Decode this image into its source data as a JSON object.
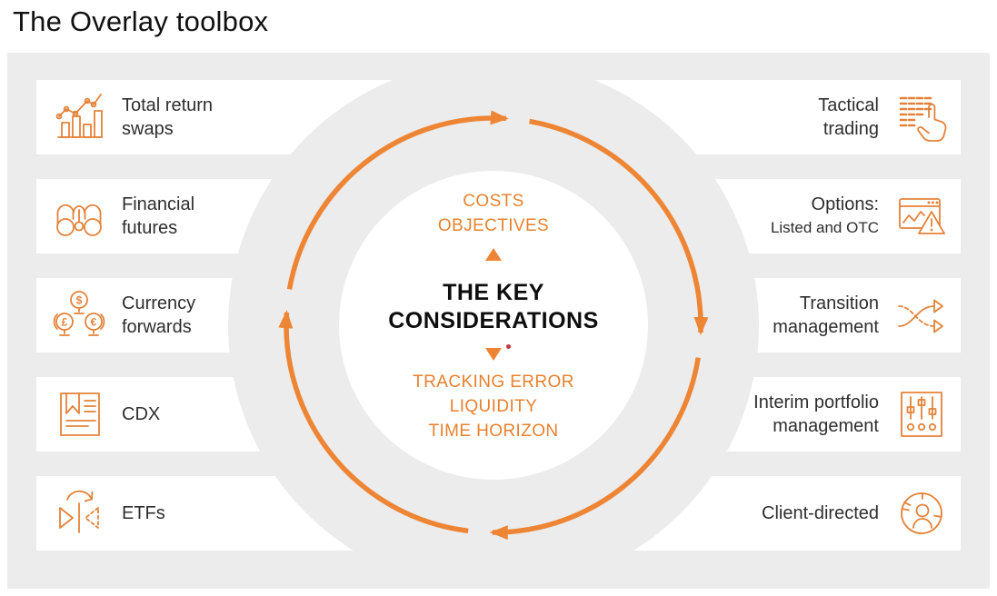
{
  "title": "The Overlay toolbox",
  "colors": {
    "accent_orange": "#EE8534",
    "orange_text": "#E8812E",
    "panel_gray": "#ECECEC",
    "card_white": "#FFFFFF",
    "text_dark": "#2E2E2E",
    "red_dot": "#C8333B"
  },
  "left_items": [
    {
      "id": "total-return-swaps",
      "icon": "bar-line-chart-icon",
      "line1": "Total return",
      "line2": "swaps"
    },
    {
      "id": "financial-futures",
      "icon": "binoculars-icon",
      "line1": "Financial",
      "line2": "futures"
    },
    {
      "id": "currency-forwards",
      "icon": "currency-coins-icon",
      "line1": "Currency",
      "line2": "forwards"
    },
    {
      "id": "cdx",
      "icon": "document-bookmark-icon",
      "line1": "CDX",
      "line2": ""
    },
    {
      "id": "etfs",
      "icon": "swap-triangles-icon",
      "line1": "ETFs",
      "line2": ""
    }
  ],
  "right_items": [
    {
      "id": "tactical-trading",
      "icon": "hand-data-grid-icon",
      "line1": "Tactical",
      "line2": "trading"
    },
    {
      "id": "options-listed-otc",
      "icon": "window-warning-chart-icon",
      "line1": "Options:",
      "line2": "Listed and OTC"
    },
    {
      "id": "transition-management",
      "icon": "crossing-arrows-icon",
      "line1": "Transition",
      "line2": "management"
    },
    {
      "id": "interim-portfolio-management",
      "icon": "sliders-icon",
      "line1": "Interim portfolio",
      "line2": "management"
    },
    {
      "id": "client-directed",
      "icon": "person-wheel-icon",
      "line1": "Client-directed",
      "line2": ""
    }
  ],
  "center": {
    "top_line1": "COSTS",
    "top_line2": "OBJECTIVES",
    "title_line1": "THE KEY",
    "title_line2": "CONSIDERATIONS",
    "bottom_line1": "TRACKING ERROR",
    "bottom_line2": "LIQUIDITY",
    "bottom_line3": "TIME HORIZON",
    "up_arrow_icon": "triangle-up",
    "down_arrow_icon": "triangle-down",
    "footnote_marker": "red-dot"
  }
}
